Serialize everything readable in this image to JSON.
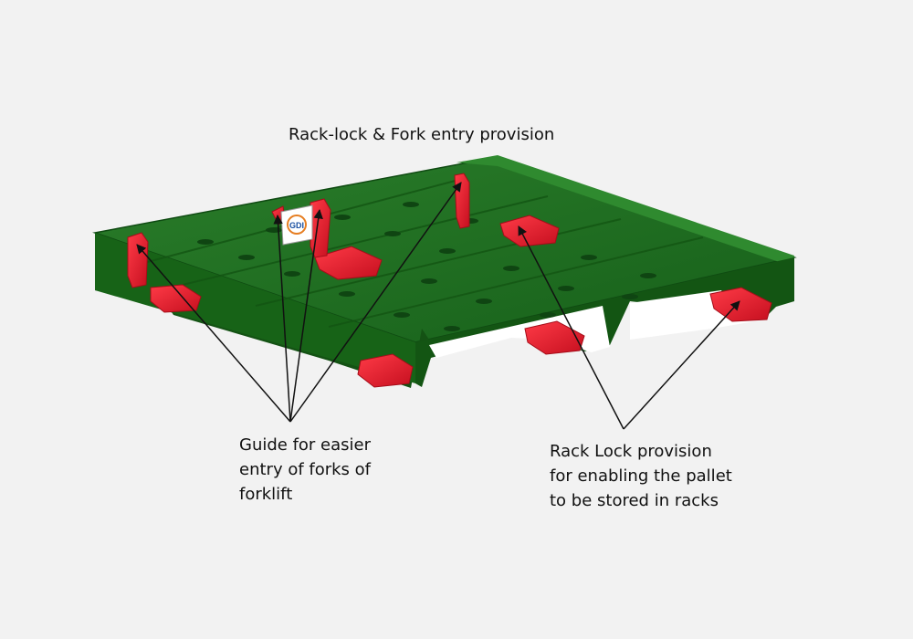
{
  "title": "Rack-lock & Fork entry provision",
  "guide_label": {
    "lines": [
      "Guide for easier",
      "entry of forks of",
      "forklift"
    ]
  },
  "rack_label": {
    "lines": [
      "Rack Lock provision",
      "for enabling the pallet",
      "to be stored in racks"
    ]
  },
  "logo_text": "GDI",
  "colors": {
    "background": "#f2f2f2",
    "pallet_top": "#1f6e1f",
    "pallet_side": "#145214",
    "accent_red": "#e8192c",
    "arrow": "#111111"
  }
}
